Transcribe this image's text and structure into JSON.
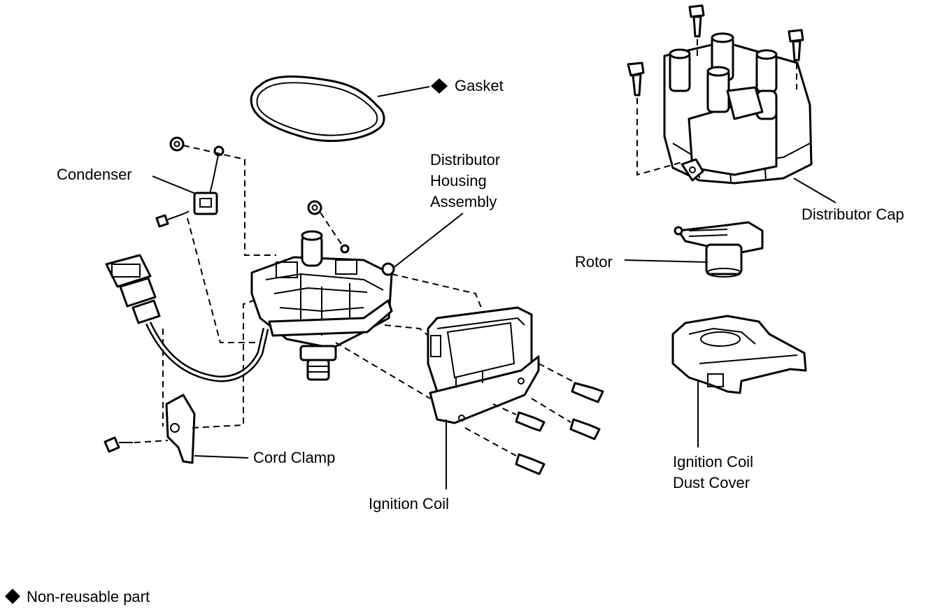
{
  "labels": {
    "gasket": "Gasket",
    "condenser": "Condenser",
    "distributor_housing": [
      "Distributor",
      "Housing",
      "Assembly"
    ],
    "distributor_cap": "Distributor Cap",
    "rotor": "Rotor",
    "cord_clamp": "Cord Clamp",
    "ignition_coil": "Ignition Coil",
    "ignition_coil_dust_cover": [
      "Ignition Coil",
      "Dust Cover"
    ]
  },
  "legend": {
    "text": "Non-reusable part"
  },
  "icons": {
    "non_reusable_marker": "black-diamond-icon"
  },
  "colors": {
    "ink": "#000000",
    "background": "#ffffff"
  }
}
